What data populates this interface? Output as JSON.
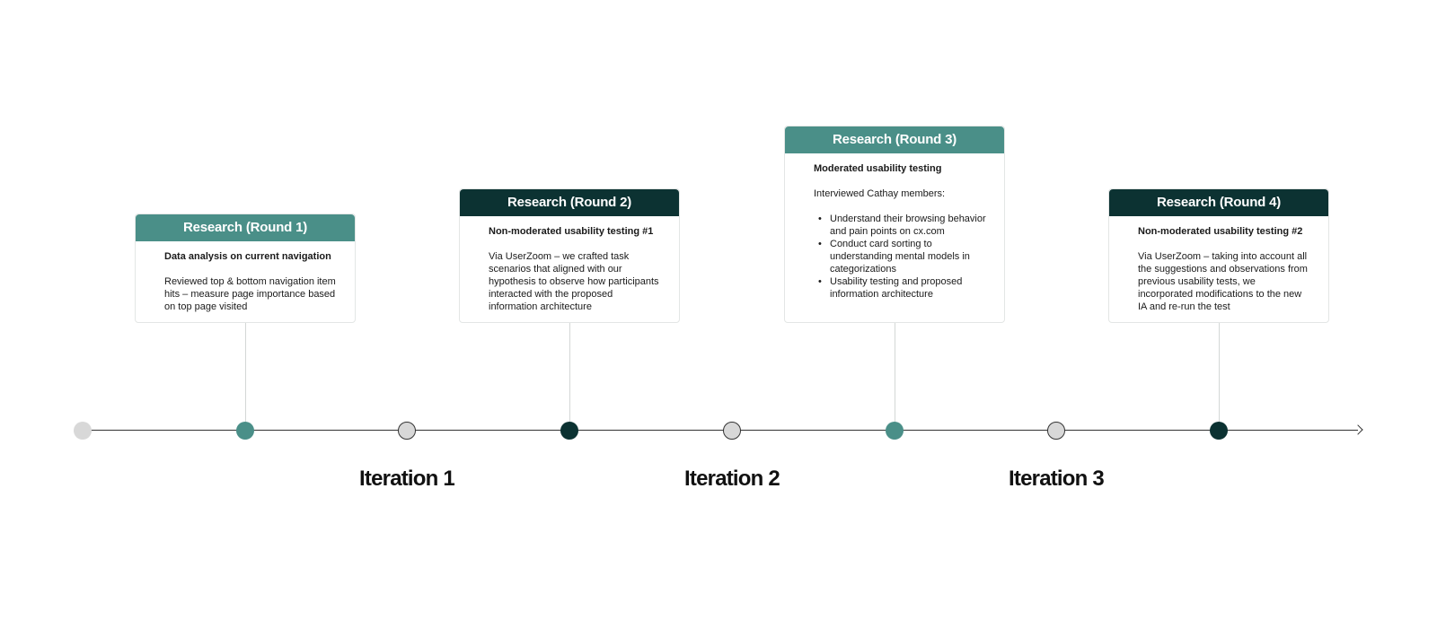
{
  "colors": {
    "teal": "#4a8f88",
    "dark_teal": "#0c3232",
    "milestone_grey": "#d8d8d8",
    "line": "#333333"
  },
  "rounds": [
    {
      "title": "Research (Round 1)",
      "subtitle": "Data analysis on current navigation",
      "text": "Reviewed top & bottom navigation item hits – measure page importance based on top page visited"
    },
    {
      "title": "Research (Round 2)",
      "subtitle": "Non-moderated usability testing #1",
      "text": "Via UserZoom – we crafted task scenarios that aligned with our hypothesis to observe how participants interacted with the proposed information architecture"
    },
    {
      "title": "Research (Round 3)",
      "subtitle": "Moderated usability testing",
      "text": "Interviewed Cathay members:",
      "bullets": [
        "Understand their browsing behavior and pain points on cx.com",
        "Conduct card sorting to understanding mental models in categorizations",
        "Usability testing and  proposed information architecture"
      ]
    },
    {
      "title": "Research (Round 4)",
      "subtitle": "Non-moderated usability testing #2",
      "text": "Via UserZoom – taking into account all the suggestions and observations from previous usability tests, we incorporated modifications to the new IA and re-run the test"
    }
  ],
  "iterations": [
    {
      "label": "Iteration 1"
    },
    {
      "label": "Iteration 2"
    },
    {
      "label": "Iteration 3"
    }
  ]
}
